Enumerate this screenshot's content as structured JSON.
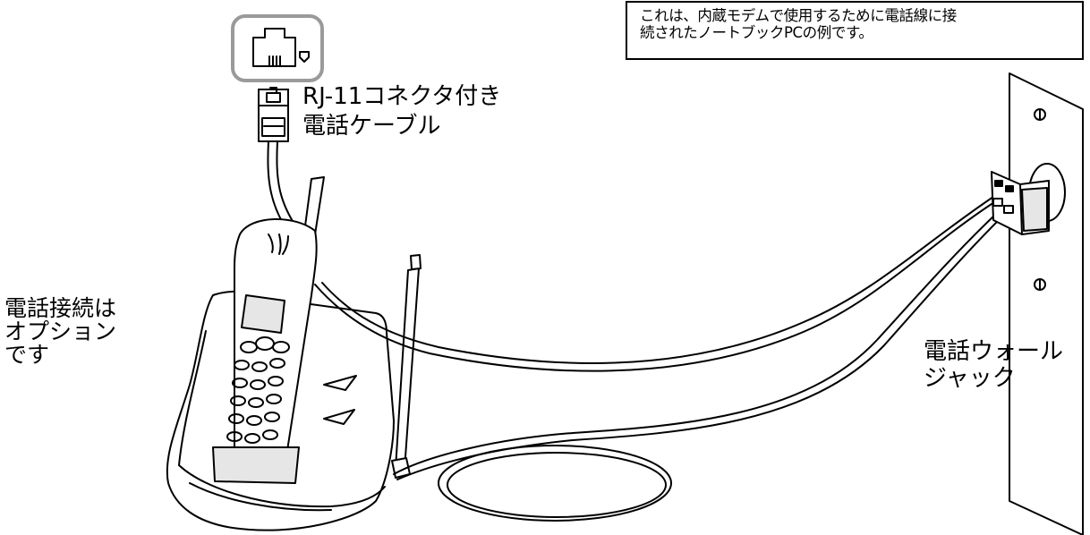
{
  "note": {
    "lines": [
      "これは、内蔵モデムで使用するために電話線に接",
      "続されたノートブックPCの例です。"
    ]
  },
  "labels": {
    "cable": [
      "RJ-11コネクタ付き",
      "電話ケーブル"
    ],
    "optional": [
      "電話接続は",
      "オプション",
      "です"
    ],
    "wall_jack": [
      "電話ウォール",
      "ジャック"
    ]
  },
  "icons": {
    "port_icon": "rj11-port-icon",
    "plug": "rj11-plug-icon",
    "phone": "cordless-phone-icon",
    "base": "phone-base-icon",
    "wall_jack": "wall-jack-icon",
    "splitter": "line-splitter-icon"
  },
  "colors": {
    "line": "#000000",
    "port_icon_border": "#9a9a9a",
    "fill": "#ffffff",
    "shade": "#e6e6e6"
  }
}
